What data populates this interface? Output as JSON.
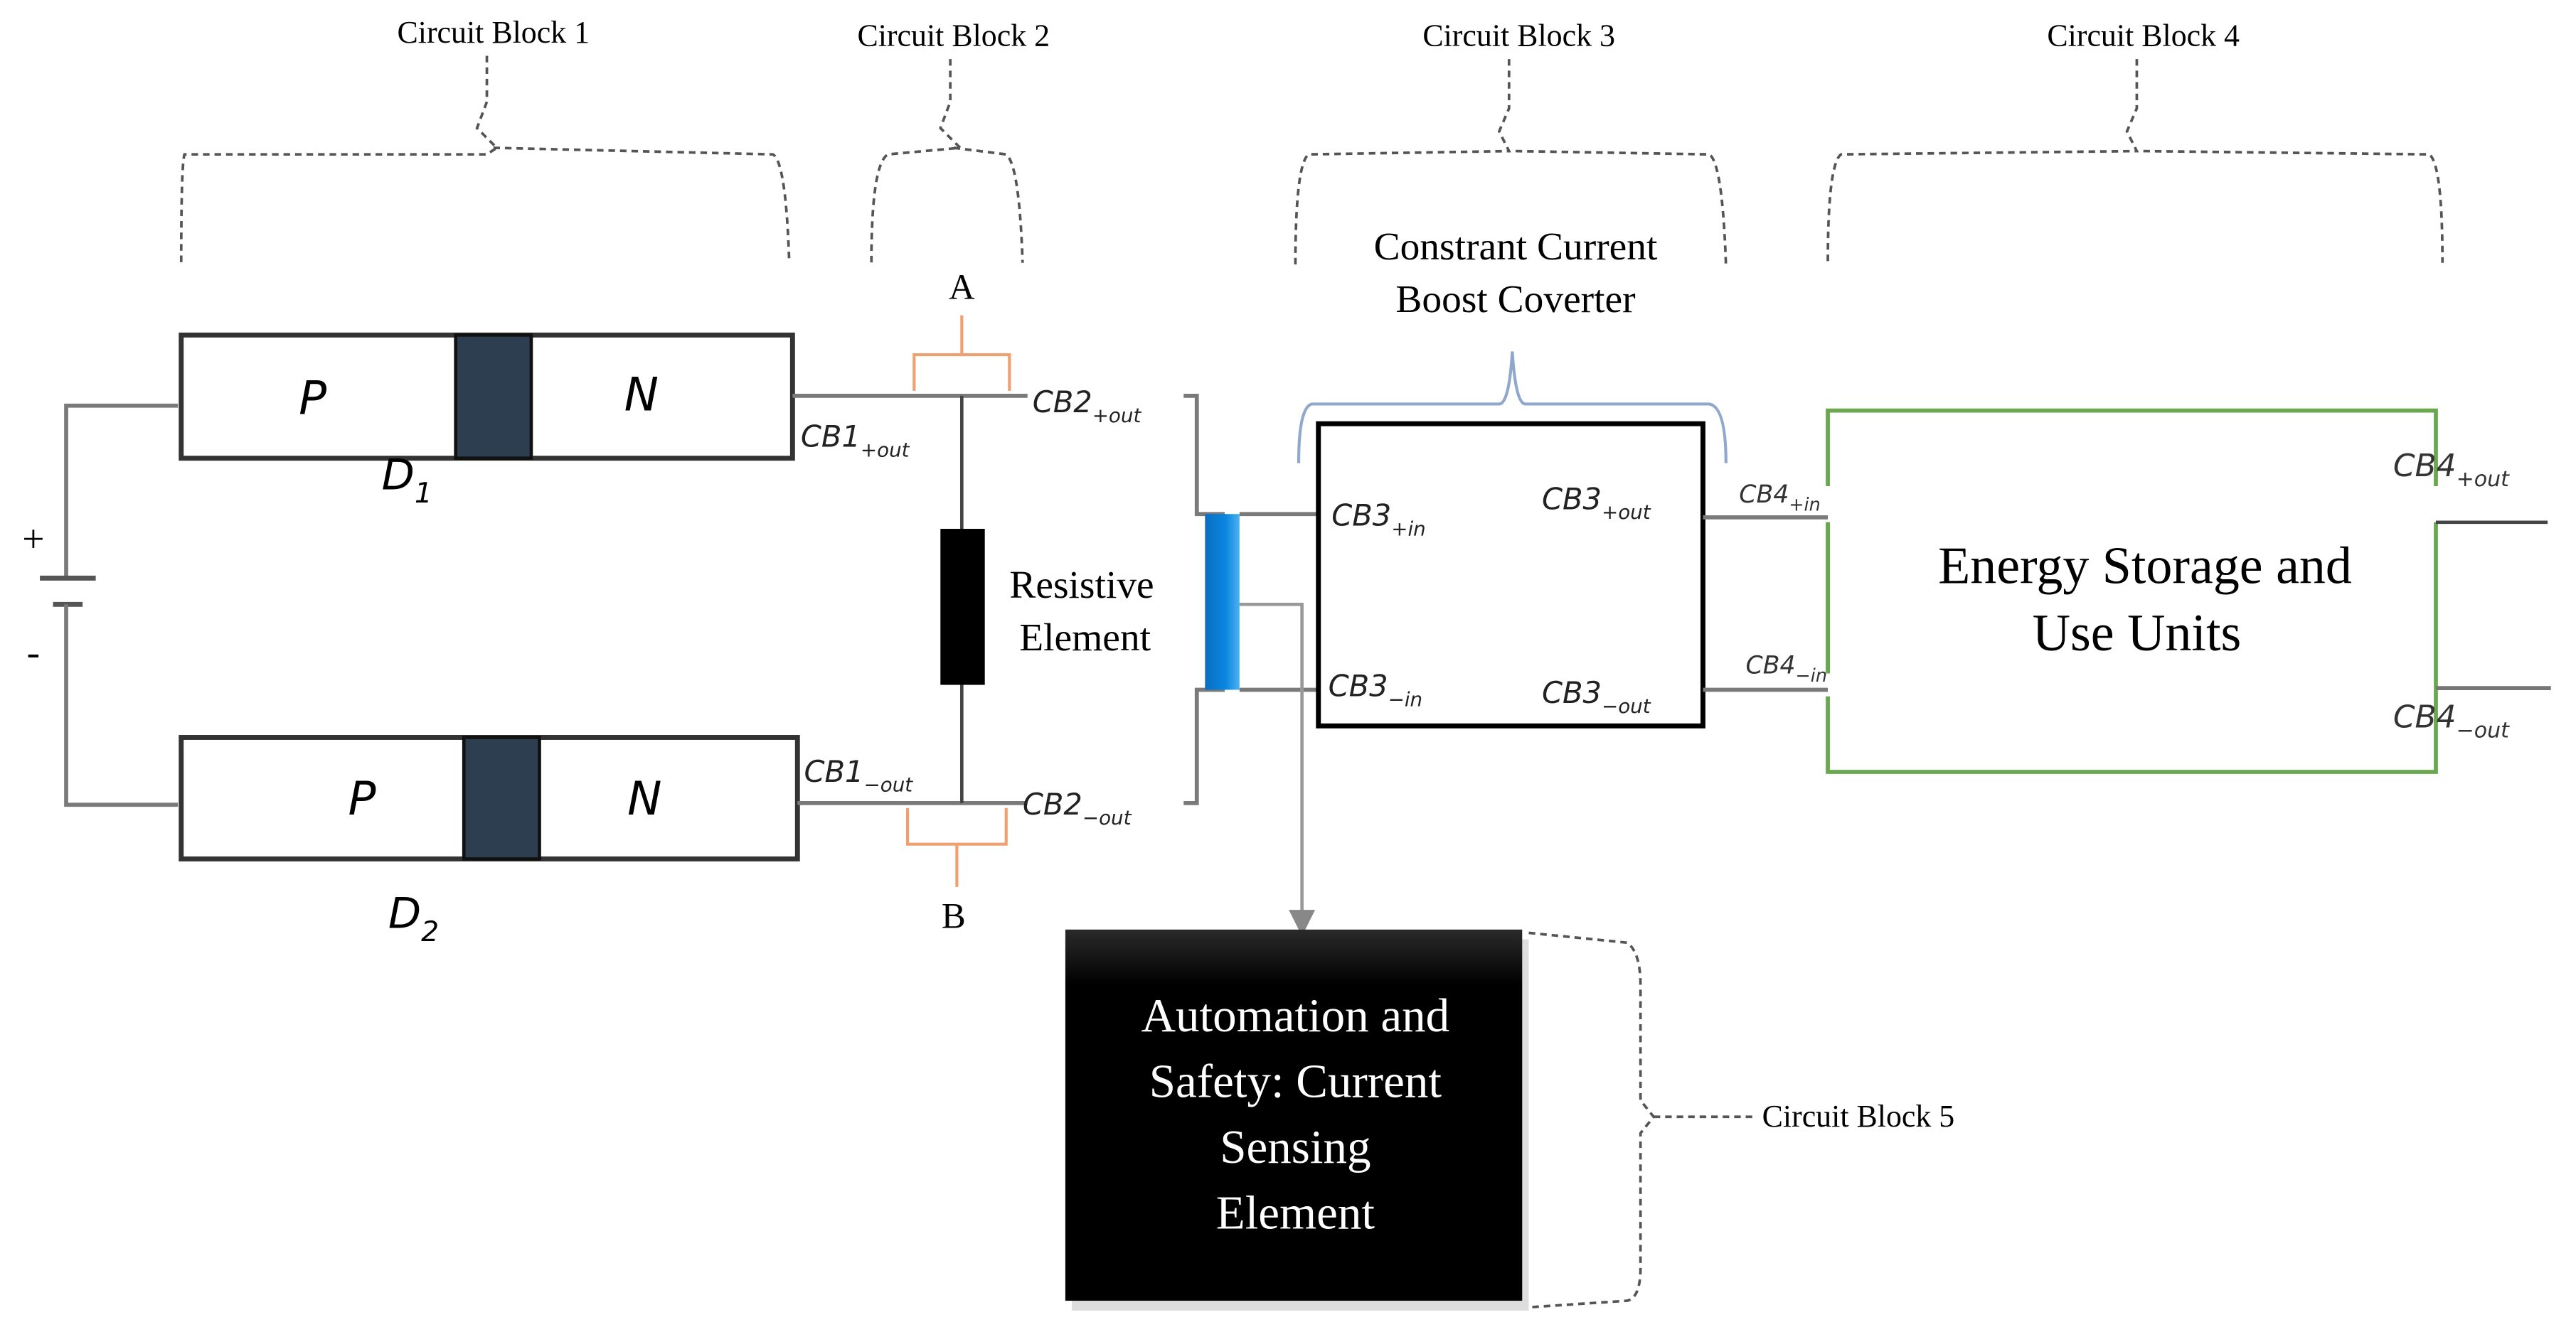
{
  "diagram": {
    "circuit_blocks": [
      {
        "label": "Circuit Block 1"
      },
      {
        "label": "Circuit Block 2"
      },
      {
        "label": "Circuit Block 3"
      },
      {
        "label": "Circuit Block 4"
      },
      {
        "label": "Circuit Block 5"
      }
    ],
    "battery": {
      "plus": "+",
      "minus": "-"
    },
    "diodes": [
      {
        "p": "P",
        "n": "N",
        "name": "D",
        "sub": "1"
      },
      {
        "p": "P",
        "n": "N",
        "name": "D",
        "sub": "2"
      }
    ],
    "nodes": {
      "a": "A",
      "b": "B"
    },
    "resistive_element": {
      "line1": "Resistive",
      "line2": "Element"
    },
    "converter": {
      "title_line1": "Constrant Current",
      "title_line2": "Boost Coverter"
    },
    "terminals": {
      "cb1_pos_out": {
        "base": "CB1",
        "sub": "+out"
      },
      "cb1_neg_out": {
        "base": "CB1",
        "sub": "−out"
      },
      "cb2_pos_out": {
        "base": "CB2",
        "sub": "+out"
      },
      "cb2_neg_out": {
        "base": "CB2",
        "sub": "−out"
      },
      "cb3_pos_in": {
        "base": "CB3",
        "sub": "+in"
      },
      "cb3_neg_in": {
        "base": "CB3",
        "sub": "−in"
      },
      "cb3_pos_out": {
        "base": "CB3",
        "sub": "+out"
      },
      "cb3_neg_out": {
        "base": "CB3",
        "sub": "−out"
      },
      "cb4_pos_in": {
        "base": "CB4",
        "sub": "+in"
      },
      "cb4_neg_in": {
        "base": "CB4",
        "sub": "−in"
      },
      "cb4_pos_out": {
        "base": "CB4",
        "sub": "+out"
      },
      "cb4_neg_out": {
        "base": "CB4",
        "sub": "−out"
      }
    },
    "storage": {
      "line1": "Energy Storage and",
      "line2": "Use Units"
    },
    "sensing": {
      "line1": "Automation and",
      "line2": "Safety: Current",
      "line3": "Sensing",
      "line4": "Element"
    },
    "colors": {
      "junction": "#2c3e50",
      "node_bracket": "#f0a070",
      "converter_bracket": "#8fa8cc",
      "storage_border": "#6aa84f",
      "sensor_bar": "#0a78d0",
      "sensing_block": "#000000"
    }
  }
}
